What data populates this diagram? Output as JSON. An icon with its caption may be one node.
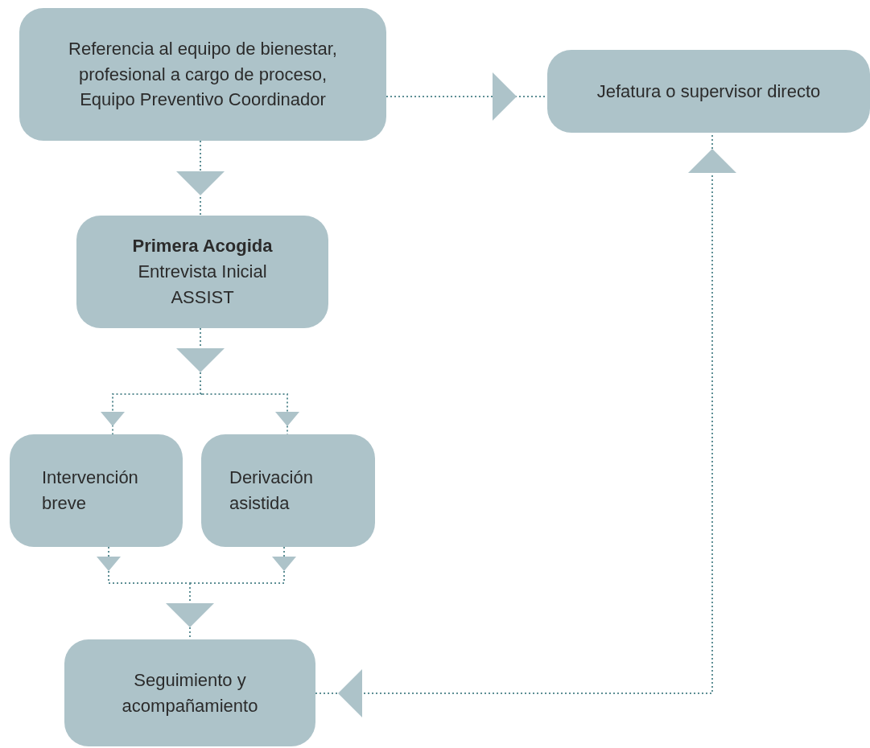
{
  "diagram": {
    "nodes": [
      {
        "text": [
          "Referencia al equipo de bienestar, profesional a cargo de proceso, Equipo Preventivo Coordinador"
        ]
      },
      {
        "text": [
          "Jefatura o supervisor directo"
        ]
      },
      {
        "text": [
          "Primera Acogida",
          "Entrevista Inicial ASSIST"
        ]
      },
      {
        "text": [
          "Intervención breve"
        ]
      },
      {
        "text": [
          "Derivación asistida"
        ]
      },
      {
        "text": [
          "Seguimiento y acompañamiento"
        ]
      }
    ],
    "edges": [
      {
        "from": 0,
        "to": 1,
        "arrow": "to",
        "color": "#5e8f95"
      },
      {
        "from": 0,
        "to": 2,
        "arrow": "to",
        "color": "#5e8f95"
      },
      {
        "from": 2,
        "to": 3,
        "arrow": "to",
        "color": "#5e8f95"
      },
      {
        "from": 2,
        "to": 4,
        "arrow": "to",
        "color": "#5e8f95"
      },
      {
        "from": 3,
        "to": 5,
        "arrow": "to",
        "color": "#5e8f95"
      },
      {
        "from": 4,
        "to": 5,
        "arrow": "to",
        "color": "#5e8f95"
      },
      {
        "from": 5,
        "to": 1,
        "arrow": "both",
        "color": "#5e8f95"
      }
    ]
  }
}
